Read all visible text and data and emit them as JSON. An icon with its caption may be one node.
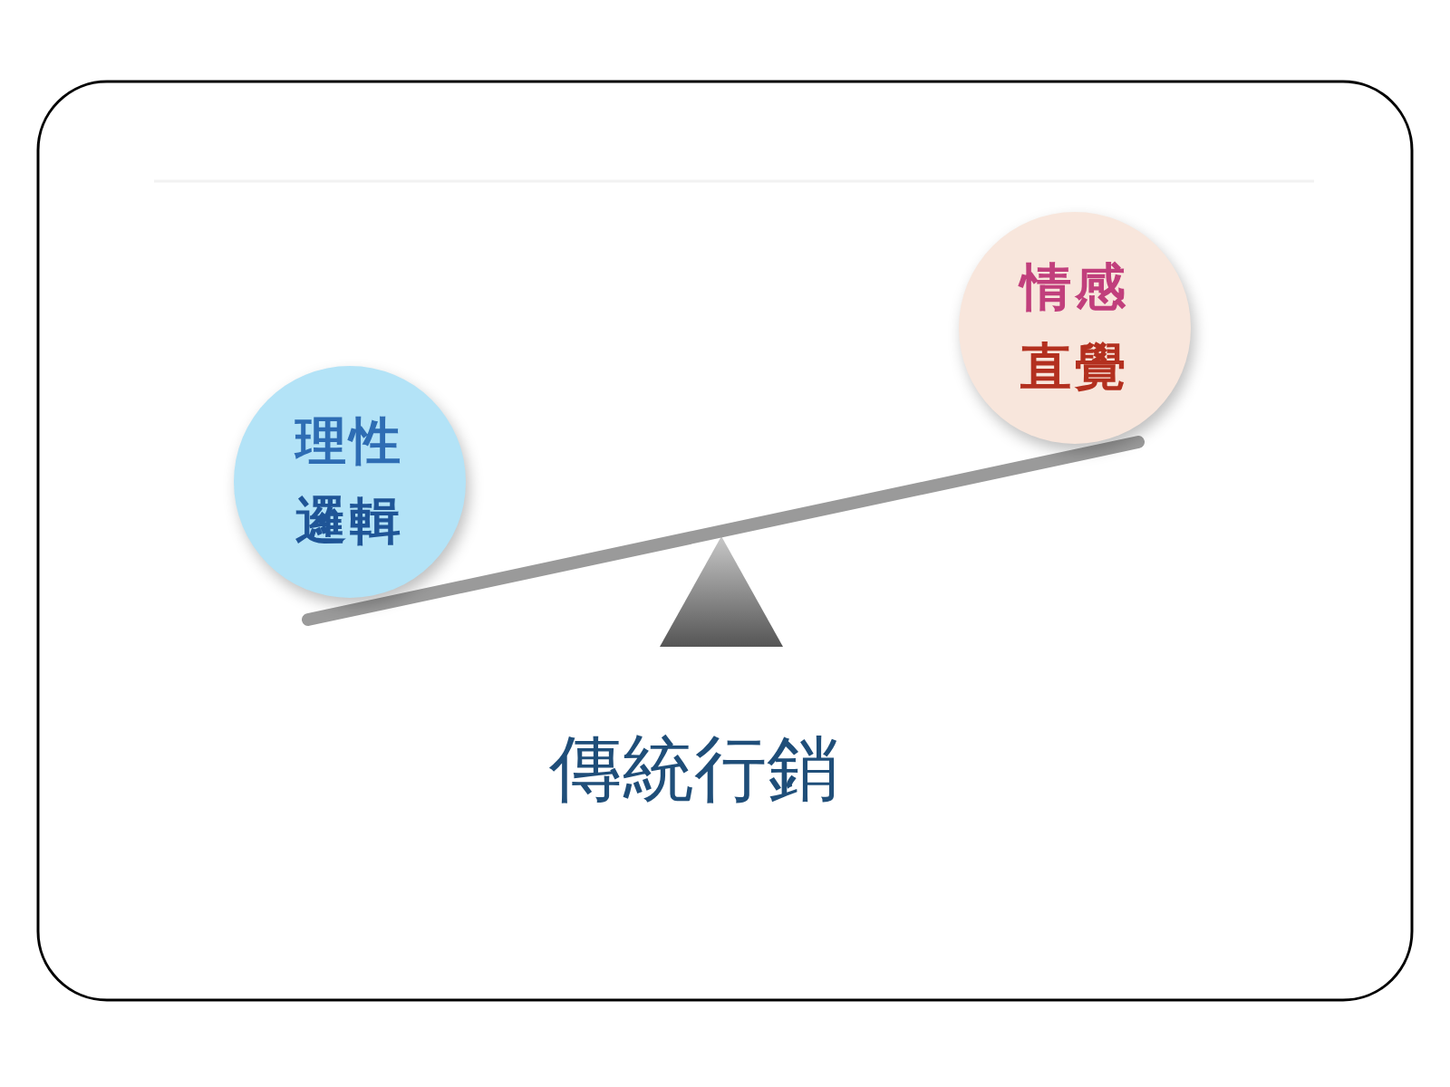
{
  "diagram": {
    "caption": "傳統行銷",
    "nodes": [
      {
        "text": [
          "理性",
          "邏輯"
        ]
      },
      {
        "text": [
          "情感",
          "直覺"
        ]
      }
    ]
  }
}
